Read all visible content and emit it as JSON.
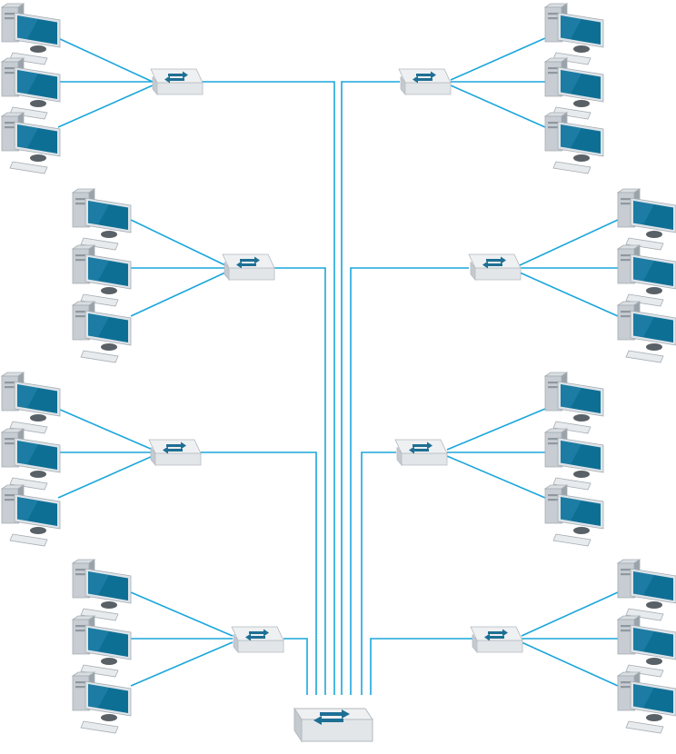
{
  "diagram": {
    "type": "star-topology-network",
    "colors": {
      "link": "#1aa6dc",
      "monitor_screen": "#0e6f95",
      "monitor_frame": "#dde3e8",
      "switch_body": "#e9ecee",
      "switch_arrows": "#1f6f94"
    },
    "core_switch": {
      "icon": "switch-icon"
    },
    "access_switches": [
      {
        "id": "switch-1",
        "side": "left",
        "computers": 3,
        "icon": "switch-icon"
      },
      {
        "id": "switch-2",
        "side": "right",
        "computers": 3,
        "icon": "switch-icon"
      },
      {
        "id": "switch-3",
        "side": "left",
        "computers": 3,
        "icon": "switch-icon"
      },
      {
        "id": "switch-4",
        "side": "right",
        "computers": 3,
        "icon": "switch-icon"
      },
      {
        "id": "switch-5",
        "side": "left",
        "computers": 3,
        "icon": "switch-icon"
      },
      {
        "id": "switch-6",
        "side": "right",
        "computers": 3,
        "icon": "switch-icon"
      },
      {
        "id": "switch-7",
        "side": "left",
        "computers": 3,
        "icon": "switch-icon"
      },
      {
        "id": "switch-8",
        "side": "right",
        "computers": 3,
        "icon": "switch-icon"
      }
    ],
    "computer_icon": "desktop-computer-icon"
  }
}
